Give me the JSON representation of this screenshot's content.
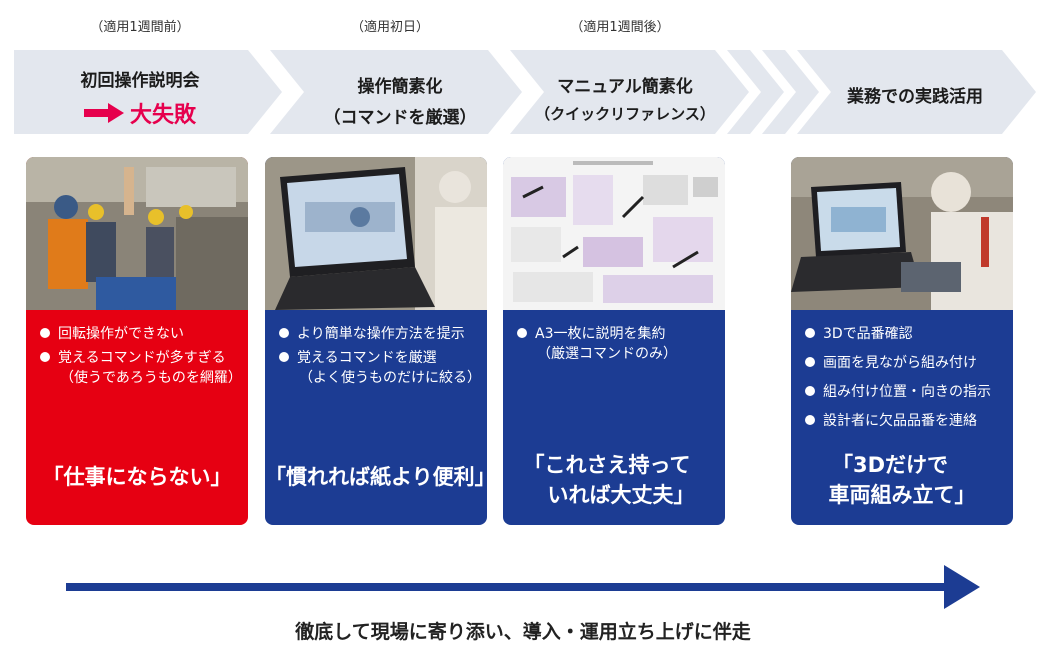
{
  "phases": {
    "before": "（適用1週間前）",
    "day": "（適用初日）",
    "after": "（適用1週間後）"
  },
  "stages": {
    "s1": {
      "title": "初回操作説明会",
      "result": "大失敗"
    },
    "s2": {
      "title": "操作簡素化",
      "sub": "（コマンドを厳選）"
    },
    "s3": {
      "title": "マニュアル簡素化",
      "sub": "（クイックリファレンス）"
    },
    "s4": {
      "title": "業務での実践活用"
    }
  },
  "cards": {
    "c1": {
      "bullets": [
        "回転操作ができない",
        "覚えるコマンドが多すぎる"
      ],
      "note": "（使うであろうものを網羅）",
      "quote": "「仕事にならない」"
    },
    "c2": {
      "bullets": [
        "より簡単な操作方法を提示",
        "覚えるコマンドを厳選"
      ],
      "note": "（よく使うものだけに絞る）",
      "quote": "「慣れれば紙より便利」"
    },
    "c3": {
      "bullets": [
        "A3一枚に説明を集約"
      ],
      "note": "（厳選コマンドのみ）",
      "quote1": "「これさえ持って",
      "quote2": "いれば大丈夫」"
    },
    "c4": {
      "bullets": [
        "3Dで品番確認",
        "画面を見ながら組み付け",
        "組み付け位置・向きの指示",
        "設計者に欠品品番を連絡"
      ],
      "quote1": "「3Dだけで",
      "quote2": "車両組み立て」"
    }
  },
  "footer": "徹底して現場に寄り添い、導入・運用立ち上げに伴走",
  "colors": {
    "chevron": "#e3e7ee",
    "red": "#e60012",
    "blue": "#1c3c93",
    "accent": "#e6004d"
  }
}
